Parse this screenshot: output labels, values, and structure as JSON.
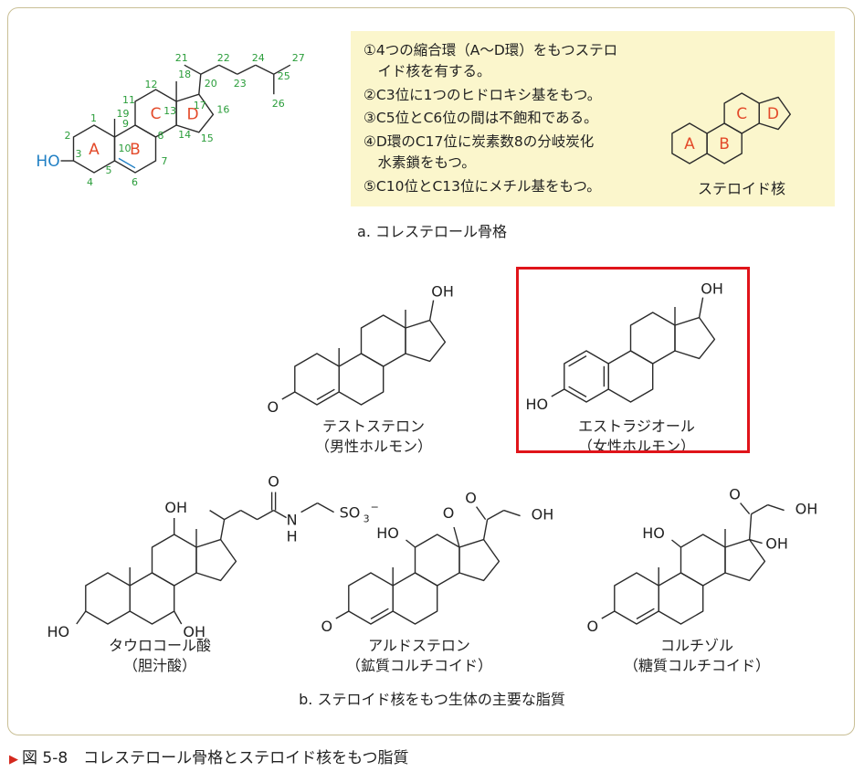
{
  "panel_a": {
    "notes": [
      "①4つの縮合環（A～D環）をもつステロ",
      "　イド核を有する。",
      "②C3位に1つのヒドロキシ基をもつ。",
      "③C5位とC6位の間は不飽和である。",
      "④D環のC17位に炭素数8の分岐炭化",
      "　水素鎖をもつ。",
      "⑤C10位とC13位にメチル基をもつ。"
    ],
    "steroid_nucleus_label": "ステロイド核",
    "caption": "a.  コレステロール骨格",
    "ring_labels": [
      "A",
      "B",
      "C",
      "D"
    ],
    "cholesterol_ring_labels": [
      "A",
      "B",
      "C",
      "D"
    ],
    "hydroxyl": "HO",
    "carbon_numbers": [
      "1",
      "2",
      "3",
      "4",
      "5",
      "6",
      "7",
      "8",
      "9",
      "10",
      "11",
      "12",
      "13",
      "14",
      "15",
      "16",
      "17",
      "18",
      "19",
      "20",
      "21",
      "22",
      "23",
      "24",
      "25",
      "26",
      "27"
    ]
  },
  "panel_b": {
    "caption": "b.  ステロイド核をもつ生体の主要な脂質",
    "compounds": [
      {
        "name": "テストステロン",
        "desc": "（男性ホルモン）"
      },
      {
        "name": "エストラジオール",
        "desc": "（女性ホルモン）"
      },
      {
        "name": "タウロコール酸",
        "desc": "（胆汁酸）"
      },
      {
        "name": "アルドステロン",
        "desc": "（鉱質コルチコイド）"
      },
      {
        "name": "コルチゾル",
        "desc": "（糖質コルチコイド）"
      }
    ],
    "atoms": {
      "oh": "OH",
      "ho": "HO",
      "o": "O",
      "n": "N",
      "h": "H",
      "so3": "SO",
      "sub3": "3",
      "charge": "−"
    }
  },
  "figure_caption": "図 5-8　コレステロール骨格とステロイド核をもつ脂質",
  "colors": {
    "ring_label": "#e34a2a",
    "numbering": "#2a9d3a",
    "hydroxyl": "#1f7fc4",
    "highlight": "#e0141a",
    "note_bg": "#fbf6cc",
    "frame": "#c9bf95"
  }
}
